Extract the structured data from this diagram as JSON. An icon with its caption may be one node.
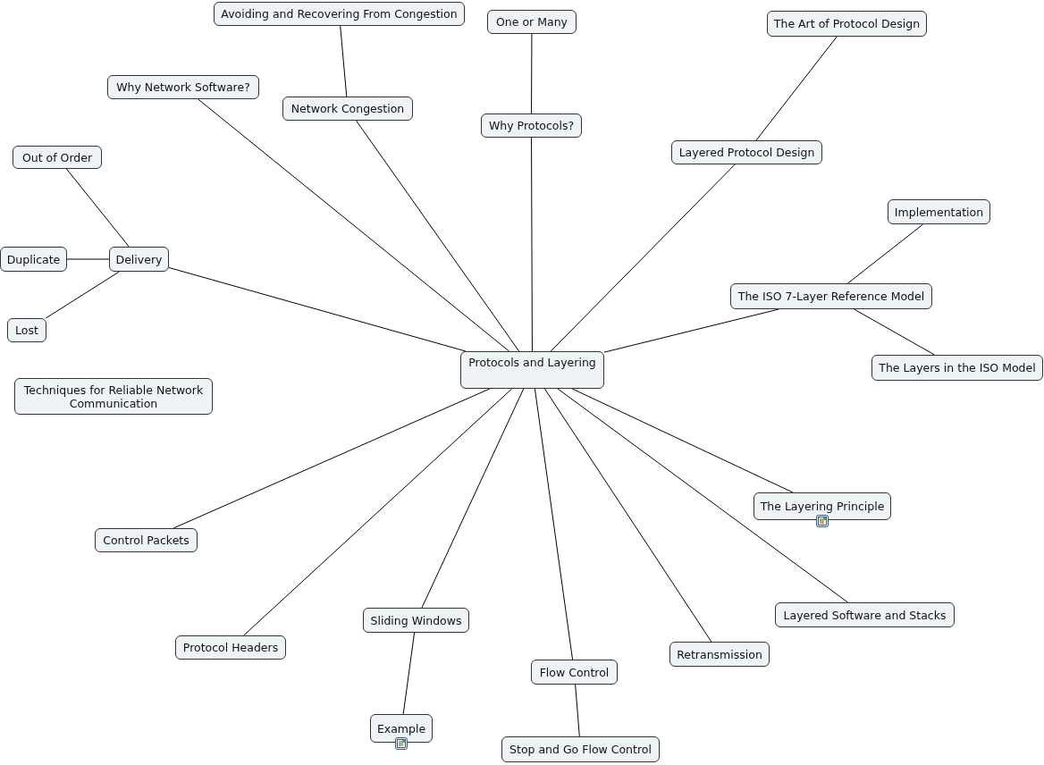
{
  "diagram": {
    "nodes": [
      {
        "text": [
          "Protocols and Layering"
        ]
      },
      {
        "text": [
          "Why Network Software?"
        ]
      },
      {
        "text": [
          "Network Congestion"
        ]
      },
      {
        "text": [
          "Avoiding and Recovering From Congestion"
        ]
      },
      {
        "text": [
          "Why Protocols?"
        ]
      },
      {
        "text": [
          "One or Many"
        ]
      },
      {
        "text": [
          "Layered Protocol Design"
        ]
      },
      {
        "text": [
          "The Art of Protocol Design"
        ]
      },
      {
        "text": [
          "The ISO 7-Layer Reference Model"
        ]
      },
      {
        "text": [
          "Implementation"
        ]
      },
      {
        "text": [
          "The Layers in the ISO Model"
        ]
      },
      {
        "text": [
          "The Layering Principle"
        ]
      },
      {
        "text": [
          "Layered Software and Stacks"
        ]
      },
      {
        "text": [
          "Retransmission"
        ]
      },
      {
        "text": [
          "Flow Control"
        ]
      },
      {
        "text": [
          "Stop and Go Flow Control"
        ]
      },
      {
        "text": [
          "Sliding Windows"
        ]
      },
      {
        "text": [
          "Example"
        ]
      },
      {
        "text": [
          "Protocol Headers"
        ]
      },
      {
        "text": [
          "Control Packets"
        ]
      },
      {
        "text": [
          "Delivery"
        ]
      },
      {
        "text": [
          "Out of Order"
        ]
      },
      {
        "text": [
          "Duplicate"
        ]
      },
      {
        "text": [
          "Lost"
        ]
      },
      {
        "text": [
          "Techniques for Reliable Network Communication"
        ]
      }
    ],
    "edges": [
      {
        "from": 0,
        "to": 1,
        "arrow": "none"
      },
      {
        "from": 0,
        "to": 2,
        "arrow": "none"
      },
      {
        "from": 2,
        "to": 3,
        "arrow": "none"
      },
      {
        "from": 0,
        "to": 4,
        "arrow": "none"
      },
      {
        "from": 4,
        "to": 5,
        "arrow": "none"
      },
      {
        "from": 0,
        "to": 6,
        "arrow": "none"
      },
      {
        "from": 6,
        "to": 7,
        "arrow": "none"
      },
      {
        "from": 0,
        "to": 8,
        "arrow": "none"
      },
      {
        "from": 8,
        "to": 9,
        "arrow": "none"
      },
      {
        "from": 8,
        "to": 10,
        "arrow": "none"
      },
      {
        "from": 0,
        "to": 11,
        "arrow": "none"
      },
      {
        "from": 0,
        "to": 12,
        "arrow": "none"
      },
      {
        "from": 0,
        "to": 13,
        "arrow": "none"
      },
      {
        "from": 0,
        "to": 14,
        "arrow": "none"
      },
      {
        "from": 14,
        "to": 15,
        "arrow": "none"
      },
      {
        "from": 0,
        "to": 16,
        "arrow": "none"
      },
      {
        "from": 16,
        "to": 17,
        "arrow": "none"
      },
      {
        "from": 0,
        "to": 18,
        "arrow": "none"
      },
      {
        "from": 0,
        "to": 19,
        "arrow": "none"
      },
      {
        "from": 0,
        "to": 20,
        "arrow": "none"
      },
      {
        "from": 20,
        "to": 21,
        "arrow": "none"
      },
      {
        "from": 20,
        "to": 22,
        "arrow": "none"
      },
      {
        "from": 20,
        "to": 23,
        "arrow": "none"
      }
    ]
  }
}
